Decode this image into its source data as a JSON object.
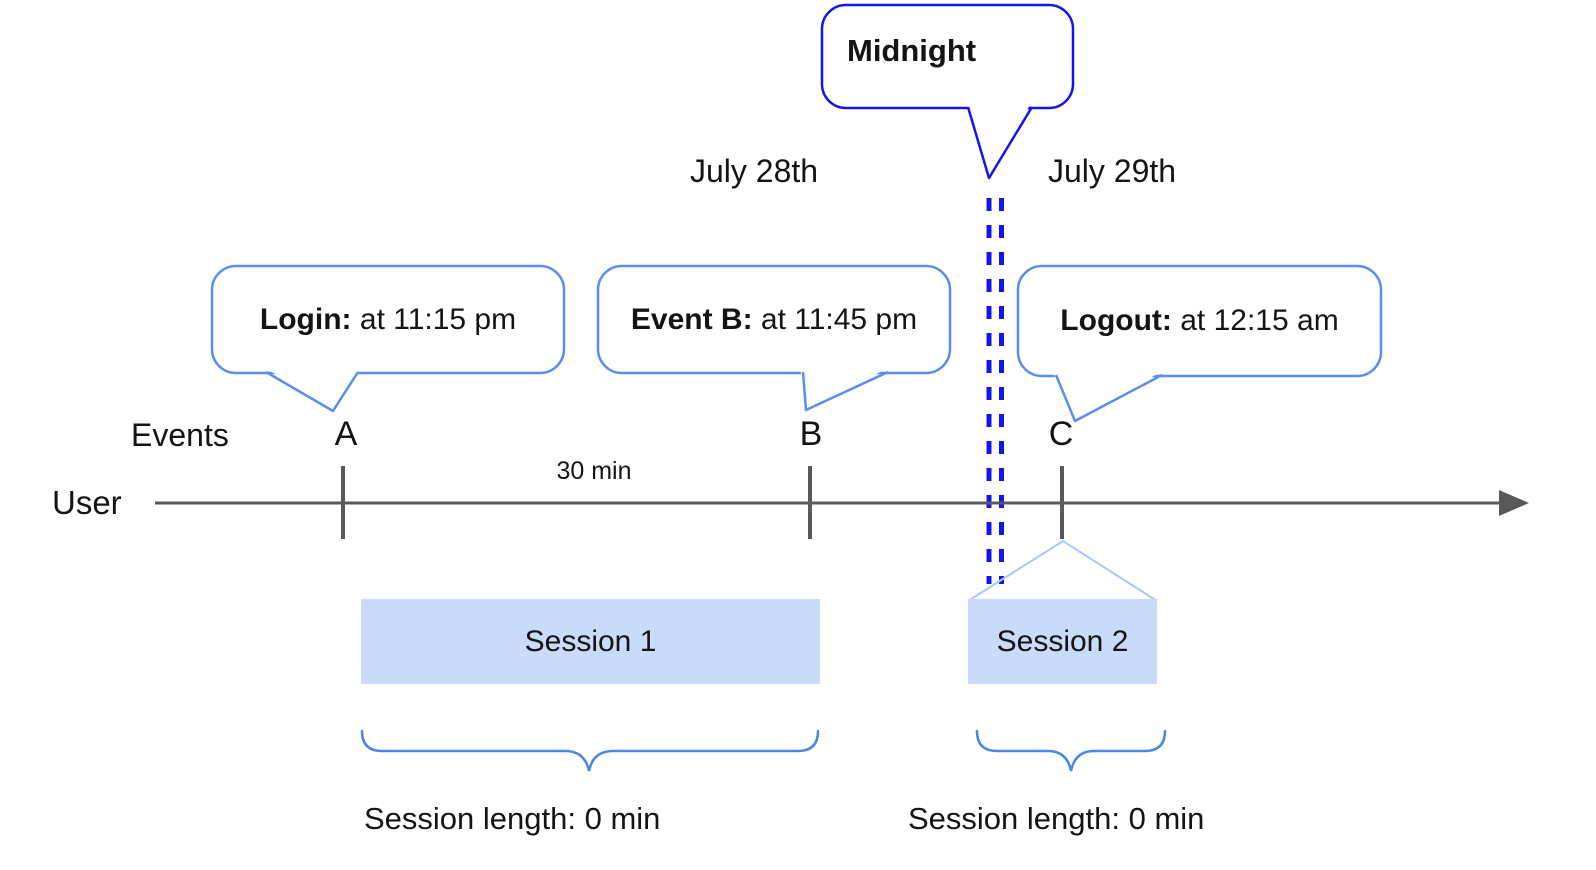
{
  "diagram": {
    "dates": {
      "left": "July 28th",
      "right": "July 29th"
    },
    "midnight": {
      "label": "Midnight"
    },
    "callouts": [
      {
        "title": "Login:",
        "detail": " at 11:15 pm"
      },
      {
        "title": "Event B:",
        "detail": " at 11:45 pm"
      },
      {
        "title": "Logout:",
        "detail": " at 12:15 am"
      }
    ],
    "timeline": {
      "row_label": "User",
      "events_label": "Events",
      "interval_label": "30 min",
      "events": [
        "A",
        "B",
        "C"
      ]
    },
    "sessions": [
      {
        "label": "Session 1",
        "length_label": "Session length: 0 min"
      },
      {
        "label": "Session 2",
        "length_label": "Session length: 0 min"
      }
    ],
    "colors": {
      "callout_border": "#5b8ded",
      "midnight_blue": "#1414f0",
      "session_fill": "#c9dbf8",
      "roof_blue": "#a9c6f7",
      "brace_blue": "#4a86e8",
      "axis_gray": "#595959"
    }
  }
}
